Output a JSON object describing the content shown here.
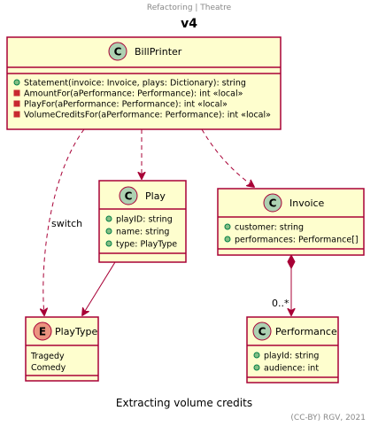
{
  "header": "Refactoring | Theatre",
  "title": "v4",
  "caption": "Extracting volume credits",
  "footer": "(CC-BY) RGV, 2021",
  "colors": {
    "class_fill": "#FEFECE",
    "class_border": "#A80036",
    "class_stereo": "#ADD1B2",
    "enum_stereo": "#EB937F",
    "public_marker": "#84BE84",
    "private_marker": "#C82930",
    "edge": "#A80036"
  },
  "classes": {
    "billprinter": {
      "name": "BillPrinter",
      "stereotype_letter": "C",
      "members": [
        {
          "visibility": "public",
          "text": "Statement(invoice: Invoice, plays: Dictionary): string"
        },
        {
          "visibility": "private",
          "text": "AmountFor(aPerformance: Performance): int «local»"
        },
        {
          "visibility": "private",
          "text": "PlayFor(aPerformance: Performance): int «local»"
        },
        {
          "visibility": "private",
          "text": "VolumeCreditsFor(aPerformance: Performance): int «local»"
        }
      ]
    },
    "play": {
      "name": "Play",
      "stereotype_letter": "C",
      "members": [
        {
          "visibility": "public",
          "text": "playID: string"
        },
        {
          "visibility": "public",
          "text": "name: string"
        },
        {
          "visibility": "public",
          "text": "type: PlayType"
        }
      ]
    },
    "invoice": {
      "name": "Invoice",
      "stereotype_letter": "C",
      "members": [
        {
          "visibility": "public",
          "text": "customer: string"
        },
        {
          "visibility": "public",
          "text": "performances: Performance[]"
        }
      ]
    },
    "playtype": {
      "name": "PlayType",
      "stereotype_letter": "E",
      "members": [
        {
          "visibility": "none",
          "text": "Tragedy"
        },
        {
          "visibility": "none",
          "text": "Comedy"
        }
      ]
    },
    "performance": {
      "name": "Performance",
      "stereotype_letter": "C",
      "members": [
        {
          "visibility": "public",
          "text": "playId: string"
        },
        {
          "visibility": "public",
          "text": "audience: int"
        }
      ]
    }
  },
  "edges": {
    "switch_label": "switch",
    "multiplicity_label": "0..*"
  }
}
